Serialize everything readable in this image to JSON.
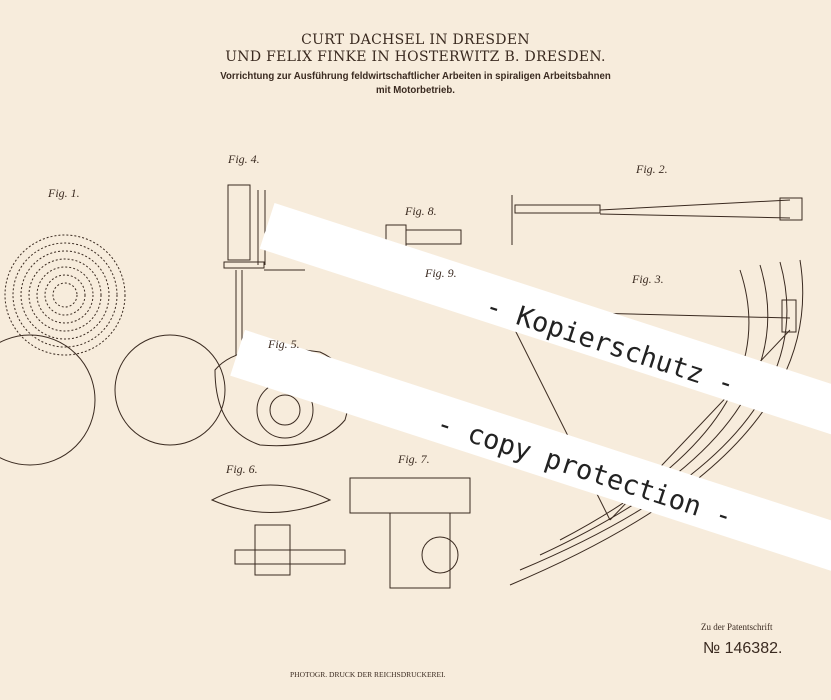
{
  "header": {
    "line1": "CURT DACHSEL IN DRESDEN",
    "line2": "UND FELIX FINKE IN HOSTERWITZ B. DRESDEN.",
    "title1": "Vorrichtung zur Ausführung feldwirtschaftlicher Arbeiten in spiraligen Arbeitsbahnen",
    "title2": "mit Motorbetrieb."
  },
  "figures": [
    "Fig. 1.",
    "Fig. 4.",
    "Fig. 8.",
    "Fig. 2.",
    "Fig. 3.",
    "Fig. 9.",
    "Fig. 5.",
    "Fig. 6.",
    "Fig. 7."
  ],
  "watermark": {
    "line1": "- Kopierschutz -",
    "line2": "- copy protection -"
  },
  "footer": {
    "printer": "PHOTOGR. DRUCK DER REICHSDRUCKEREI.",
    "ref_label": "Zu der Patentschrift",
    "patent_number": "№ 146382."
  }
}
